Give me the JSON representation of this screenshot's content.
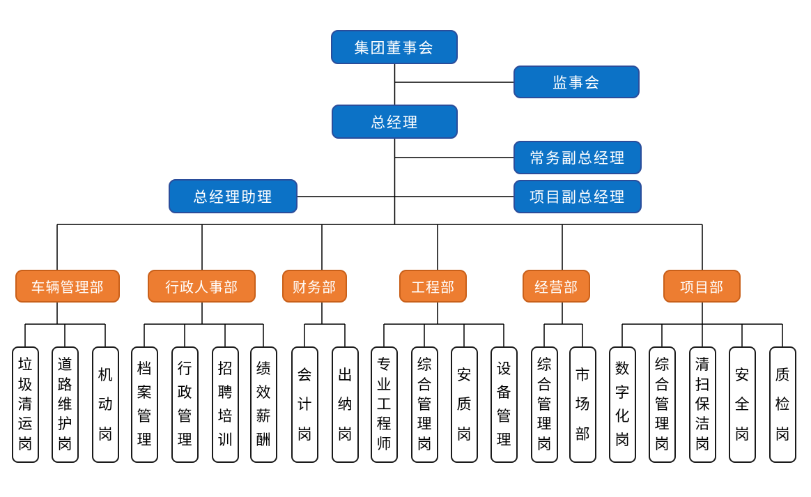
{
  "palette": {
    "blue_fill": "#0c72c6",
    "blue_border": "#2a4d9b",
    "orange_fill": "#ed7d31",
    "orange_border": "#c9601a",
    "position_fill": "#ffffff",
    "position_border": "#1a1a1a",
    "line_color": "#000000"
  },
  "org": {
    "root": {
      "label": "集团董事会"
    },
    "supervisory": {
      "label": "监事会"
    },
    "general_manager": {
      "label": "总经理"
    },
    "deputies": [
      {
        "label": "常务副总经理"
      },
      {
        "label": "项目副总经理"
      },
      {
        "label": "总经理助理"
      }
    ],
    "departments": [
      {
        "label": "车辆管理部",
        "positions": [
          "垃圾清运岗",
          "道路维护岗",
          "机动岗"
        ]
      },
      {
        "label": "行政人事部",
        "positions": [
          "档案管理",
          "行政管理",
          "招聘培训",
          "绩效薪酬"
        ]
      },
      {
        "label": "财务部",
        "positions": [
          "会计岗",
          "出纳岗"
        ]
      },
      {
        "label": "工程部",
        "positions": [
          "专业工程师",
          "综合管理岗",
          "安质岗",
          "设备管理"
        ]
      },
      {
        "label": "经营部",
        "positions": [
          "综合管理岗",
          "市场部"
        ]
      },
      {
        "label": "项目部",
        "positions": [
          "数字化岗",
          "综合管理岗",
          "清扫保洁岗",
          "安全岗",
          "质检岗"
        ]
      }
    ]
  }
}
